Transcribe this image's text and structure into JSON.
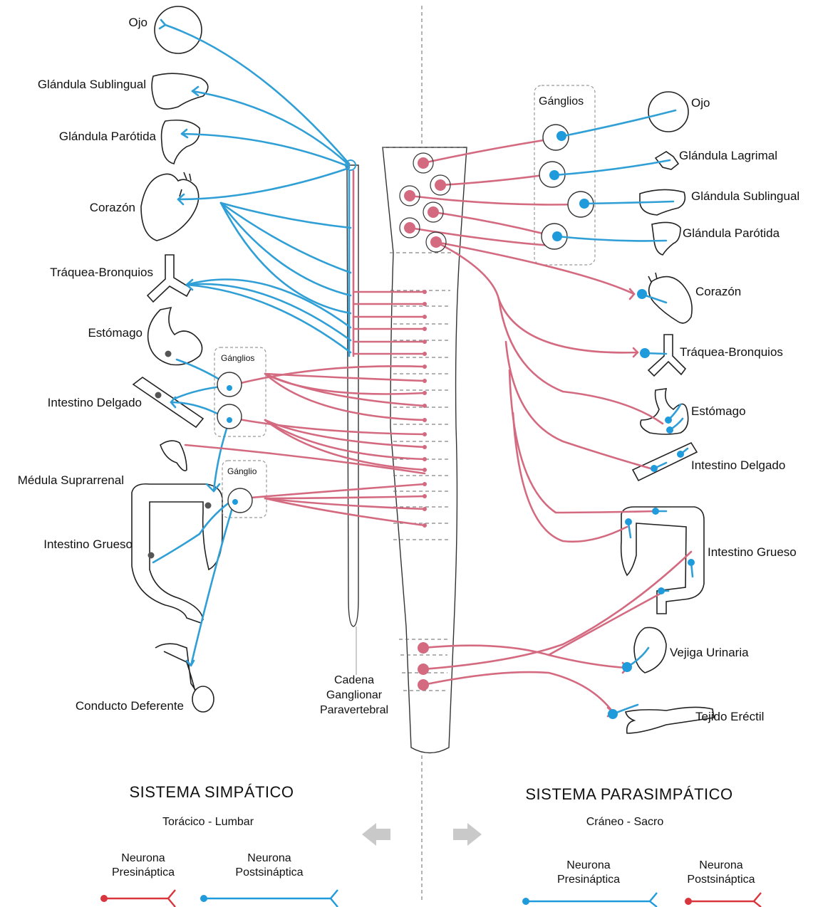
{
  "left_labels": {
    "ojo": "Ojo",
    "sublingual": "Glándula Sublingual",
    "parotida": "Glándula Parótida",
    "corazon": "Corazón",
    "traquea": "Tráquea-Bronquios",
    "estomago": "Estómago",
    "intestino_delgado": "Intestino Delgado",
    "medula": "Médula Suprarrenal",
    "intestino_grueso": "Intestino Grueso",
    "conducto": "Conducto Deferente"
  },
  "right_labels": {
    "ojo": "Ojo",
    "lagrimal": "Glándula Lagrimal",
    "sublingual": "Glándula Sublingual",
    "parotida": "Glándula Parótida",
    "corazon": "Corazón",
    "traquea": "Tráquea-Bronquios",
    "estomago": "Estómago",
    "intestino_delgado": "Intestino Delgado",
    "intestino_grueso": "Intestino Grueso",
    "vejiga": "Vejiga Urinaria",
    "tejido": "Tejido Eréctil"
  },
  "ganglia": {
    "left_top": "Gánglios",
    "left_bottom": "Gánglio",
    "right": "Gánglios"
  },
  "chain_label": [
    "Cadena",
    "Ganglionar",
    "Paravertebral"
  ],
  "sympathetic": {
    "title": "SISTEMA SIMPÁTICO",
    "subtitle": "Torácico - Lumbar",
    "legend_pre": [
      "Neurona",
      "Presináptica"
    ],
    "legend_post": [
      "Neurona",
      "Postsináptica"
    ]
  },
  "parasympathetic": {
    "title": "SISTEMA  PARASIMPÁTICO",
    "subtitle": "Cráneo - Sacro",
    "legend_pre": [
      "Neurona",
      "Presináptica"
    ],
    "legend_post": [
      "Neurona",
      "Postsináptica"
    ]
  },
  "colors": {
    "preganglionic": "#d46a80",
    "postganglionic": "#2f9fd6",
    "legend_red": "#d9353d",
    "legend_blue": "#1f9bdc",
    "arrow": "#c9c9c9"
  }
}
